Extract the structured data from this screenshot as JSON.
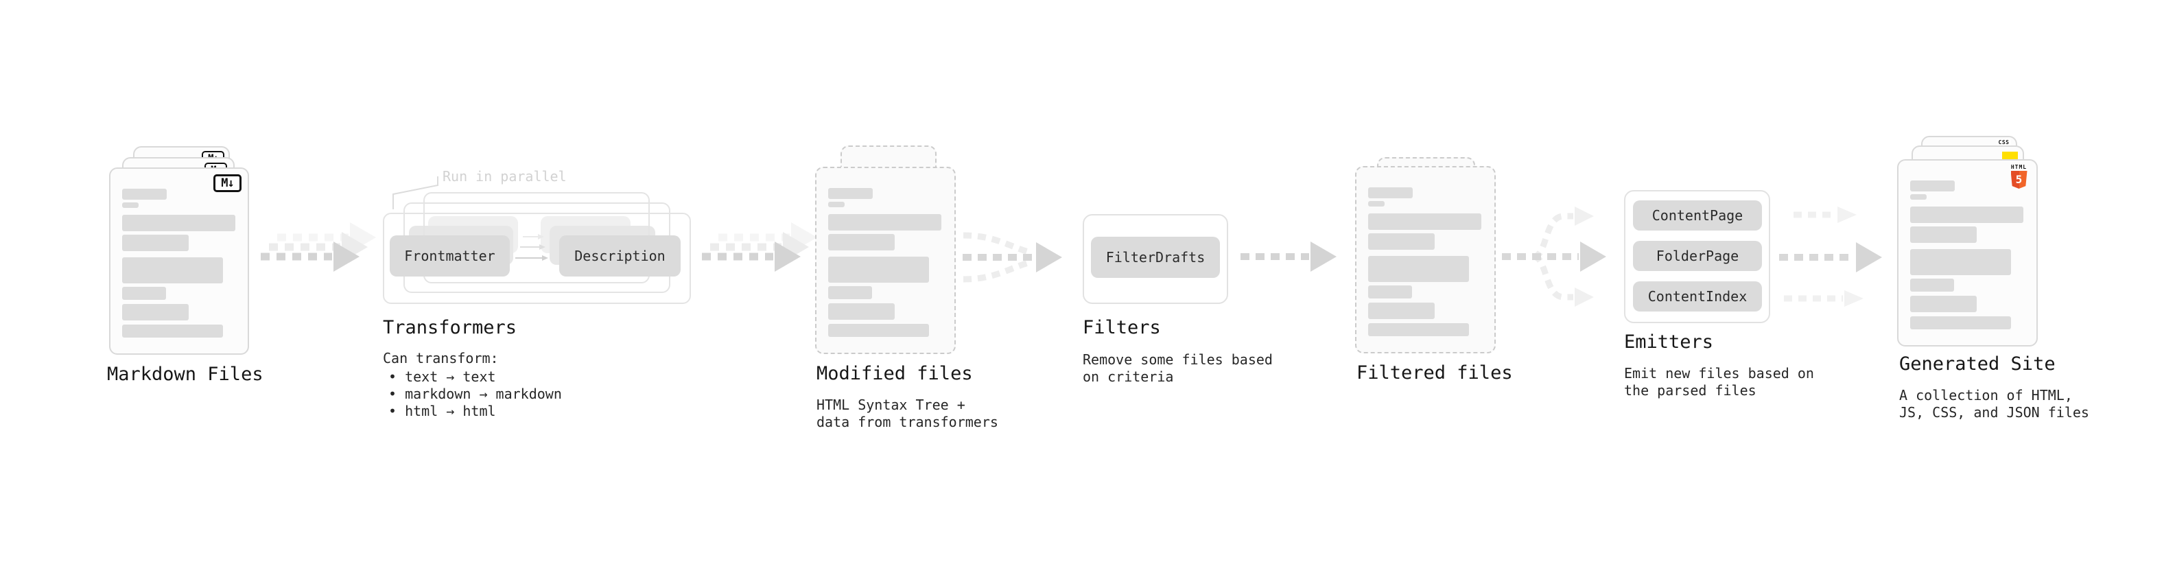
{
  "stages": {
    "markdown_files": {
      "title": "Markdown Files"
    },
    "transformers": {
      "annotation": "Run in parallel",
      "node_frontmatter": "Frontmatter",
      "node_description": "Description",
      "title": "Transformers",
      "note_heading": "Can transform:",
      "bullet_text": "• text → text",
      "bullet_markdown": "• markdown → markdown",
      "bullet_html": "• html → html"
    },
    "modified_files": {
      "title": "Modified files",
      "subtitle_line1": "HTML Syntax Tree +",
      "subtitle_line2": "data from transformers"
    },
    "filters": {
      "title": "Filters",
      "node_filterdrafts": "FilterDrafts",
      "subtitle_line1": "Remove some files based",
      "subtitle_line2": "on criteria"
    },
    "filtered_files": {
      "title": "Filtered files"
    },
    "emitters": {
      "title": "Emitters",
      "node_contentpage": "ContentPage",
      "node_folderpage": "FolderPage",
      "node_contentindex": "ContentIndex",
      "subtitle_line1": "Emit new files based on",
      "subtitle_line2": "the parsed files"
    },
    "generated_site": {
      "title": "Generated Site",
      "subtitle_line1": "A collection of HTML,",
      "subtitle_line2": "JS, CSS, and JSON files"
    }
  },
  "badges": {
    "markdown": "M↓",
    "html5_label": "HTML",
    "html5_digit": "5",
    "css_label": "CSS"
  },
  "colors": {
    "html5_orange": "#e44d26",
    "js_yellow": "#ffdf00",
    "css_blue": "#2965f1",
    "arrow_gray": "#d5d5d5",
    "skeleton_gray": "#dcdcdc"
  }
}
